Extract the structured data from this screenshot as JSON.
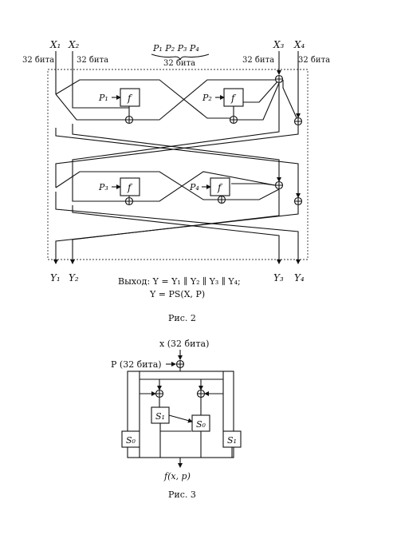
{
  "fig2": {
    "inputs": {
      "x1": "X₁",
      "x2": "X₂",
      "x3": "X₃",
      "x4": "X₄",
      "bits_left": "32 бита",
      "bits_x2": "32 бита",
      "bits_x3": "32 бита",
      "bits_right": "32 бита",
      "params": "P₁ P₂ P₃ P₄",
      "params_bits": "32 бита"
    },
    "func": "f",
    "p_labels": {
      "p1": "P₁",
      "p2": "P₂",
      "p3": "P₃",
      "p4": "P₄"
    },
    "outputs": {
      "y1": "Y₁",
      "y2": "Y₂",
      "y3": "Y₃",
      "y4": "Y₄"
    },
    "output_line1": "Выход: Y = Y₁ ∥ Y₂ ∥ Y₃ ∥ Y₄;",
    "output_line2": "Y = PS(X, P)",
    "caption": "Рис. 2"
  },
  "fig3": {
    "input_label": "x (32 бита)",
    "p_label": "P (32 бита)",
    "boxes": {
      "s1_top": "S₁",
      "s0_mid": "S₀",
      "s0_left": "S₀",
      "s1_right": "S₁"
    },
    "output_label": "f(x, p)",
    "caption": "Рис. 3"
  }
}
